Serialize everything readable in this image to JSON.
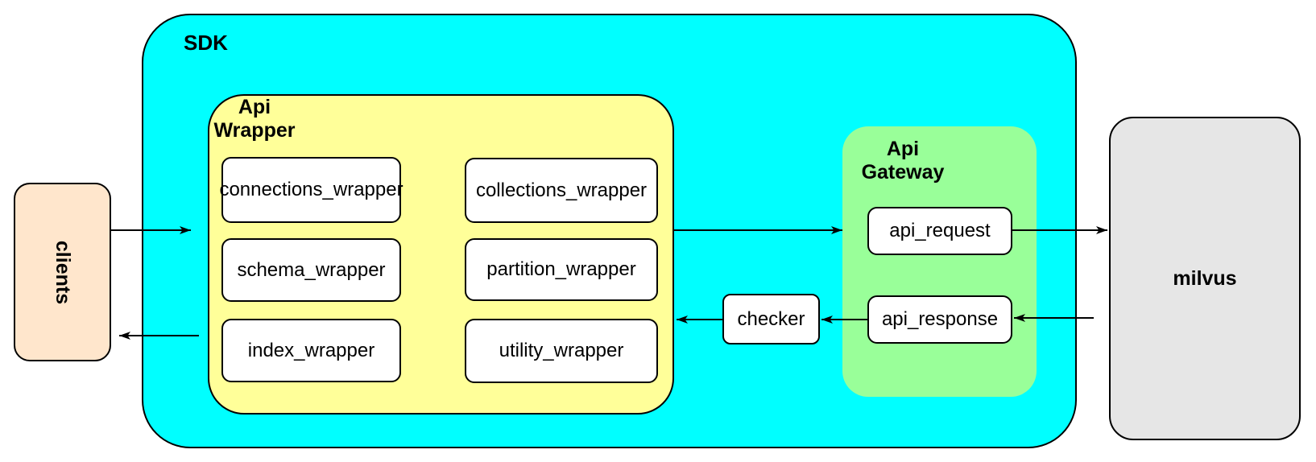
{
  "nodes": {
    "clients": {
      "label": "clients"
    },
    "sdk": {
      "label": "SDK"
    },
    "api_wrapper": {
      "label": "Api Wrapper",
      "boxes": [
        "connections_wrapper",
        "collections_wrapper",
        "schema_wrapper",
        "partition_wrapper",
        "index_wrapper",
        "utility_wrapper"
      ]
    },
    "checker": {
      "label": "checker"
    },
    "api_gateway": {
      "label": "Api Gateway",
      "boxes": [
        "api_request",
        "api_response"
      ]
    },
    "milvus": {
      "label": "milvus"
    }
  },
  "edges": [
    {
      "from": "clients",
      "to": "SDK",
      "direction": "right"
    },
    {
      "from": "Api Wrapper",
      "to": "Api Gateway",
      "direction": "right"
    },
    {
      "from": "api_request",
      "to": "milvus",
      "direction": "right"
    },
    {
      "from": "milvus",
      "to": "api_response",
      "direction": "left"
    },
    {
      "from": "api_response",
      "to": "checker",
      "direction": "left"
    },
    {
      "from": "checker",
      "to": "Api Wrapper",
      "direction": "left"
    },
    {
      "from": "SDK",
      "to": "clients",
      "direction": "left"
    }
  ],
  "colors": {
    "sdk_fill": "#00FFFF",
    "api_wrapper_fill": "#FFFF99",
    "api_gateway_fill": "#99FF99",
    "clients_fill": "#FFE6CC",
    "milvus_fill": "#E6E6E6",
    "leaf_fill": "#FFFFFF",
    "border": "#000000",
    "arrow": "#000000",
    "background": "#FFFFFF"
  }
}
